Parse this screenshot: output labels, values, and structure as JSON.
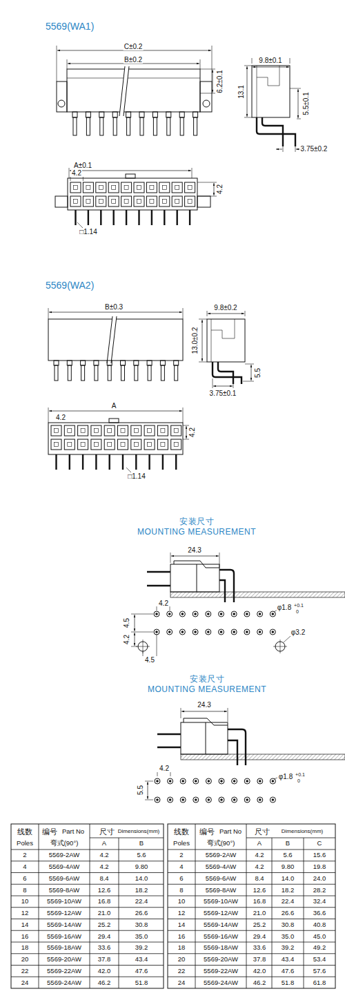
{
  "diagram": {
    "labels": [
      "5569(WA1)",
      "C±0.2",
      "B±0.2",
      "6.2±0.1",
      "9.8±0.1",
      "13.1",
      "5.5±0.1",
      "3.75±0.2",
      "A±0.1",
      "4.2",
      "4.2",
      "□1.14",
      "5569(WA2)",
      "B±0.3",
      "9.8±0.2",
      "13.0±0.2",
      "5.5",
      "3.75±0.1",
      "A",
      "4.2",
      "4.2",
      "□1.14",
      "安装尺寸",
      "MOUNTING MEASUREMENT",
      "24.3",
      "4.2",
      "4.5",
      "4.2",
      "4.5",
      "φ1.8",
      "+0.1",
      "0",
      "φ3.2",
      "安装尺寸",
      "MOUNTING MEASUREMENT",
      "24.3",
      "4.2",
      "5.5",
      "φ1.8",
      "+0.1",
      "0",
      "线数",
      "Poles",
      "编号",
      "Part No",
      "弯式(90°)",
      "尺寸",
      "Dimensions(mm)",
      "A",
      "B",
      "2",
      "5569-2AW",
      "4.2",
      "5.6",
      "4",
      "5569-4AW",
      "4.2",
      "9.80",
      "6",
      "5569-6AW",
      "8.4",
      "14.0",
      "8",
      "5569-8AW",
      "12.6",
      "18.2",
      "10",
      "5569-10AW",
      "16.8",
      "22.4",
      "12",
      "5569-12AW",
      "21.0",
      "26.6",
      "14",
      "5569-14AW",
      "25.2",
      "30.8",
      "16",
      "5569-16AW",
      "29.4",
      "35.0",
      "18",
      "5569-18AW",
      "33.6",
      "39.2",
      "20",
      "5569-20AW",
      "37.8",
      "43.4",
      "22",
      "5569-22AW",
      "42.0",
      "47.6",
      "24",
      "5569-24AW",
      "46.2",
      "51.8",
      "线数",
      "Poles",
      "编号",
      "Part No",
      "弯式(90°)",
      "尺寸",
      "Dimensions(mm)",
      "A",
      "B",
      "C",
      "2",
      "5569-2AW",
      "4.2",
      "5.6",
      "15.6",
      "4",
      "5569-4AW",
      "4.2",
      "9.80",
      "19.8",
      "6",
      "5569-6AW",
      "8.4",
      "14.0",
      "24.0",
      "8",
      "5569-8AW",
      "12.6",
      "18.2",
      "28.2",
      "10",
      "5569-10AW",
      "16.8",
      "22.4",
      "32.4",
      "12",
      "5569-12AW",
      "21.0",
      "26.6",
      "36.6",
      "14",
      "5569-14AW",
      "25.2",
      "30.8",
      "40.8",
      "16",
      "5569-16AW",
      "29.4",
      "35.0",
      "45.0",
      "18",
      "5569-18AW",
      "33.6",
      "39.2",
      "49.2",
      "20",
      "5569-20AW",
      "37.8",
      "43.4",
      "53.4",
      "22",
      "5569-22AW",
      "42.0",
      "47.6",
      "57.6",
      "24",
      "5569-24AW",
      "46.2",
      "51.8",
      "61.8"
    ]
  }
}
